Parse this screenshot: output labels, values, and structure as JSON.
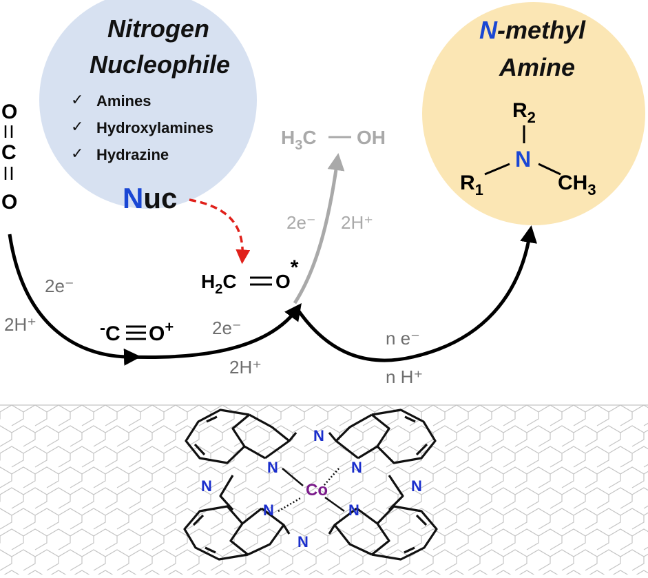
{
  "colors": {
    "nucleophile_circle": "#d7e1f1",
    "amine_circle": "#fbe6b4",
    "nitrogen_blue": "#1a47d4",
    "cobalt_purple": "#7a1a8a",
    "dashed_arrow_red": "#e0201a",
    "methanol_gray": "#a9a9a9",
    "cnt_lattice_gray": "#c4c4c4"
  },
  "nucleophile": {
    "title_line1": "Nitrogen",
    "title_line2": "Nucleophile",
    "check_mark": "✓",
    "items": [
      "Amines",
      "Hydroxylamines",
      "Hydrazine"
    ],
    "nuc_first": "N",
    "nuc_rest": "uc"
  },
  "product": {
    "title_n": "N",
    "title_rest": "-methyl",
    "title_line2": "Amine",
    "r2": "R",
    "r2_sub": "2",
    "n_atom": "N",
    "r1": "R",
    "r1_sub": "1",
    "ch3": "CH",
    "ch3_sub": "3"
  },
  "co2": {
    "o_top": "O",
    "c": "C",
    "o_bottom": "O"
  },
  "step1": {
    "electrons": "2e⁻",
    "protons": "2H⁺"
  },
  "carbon_monoxide": {
    "minus": "-",
    "c": "C",
    "o": "O",
    "plus": "+"
  },
  "step2": {
    "electrons": "2e⁻",
    "protons": "2H⁺"
  },
  "formaldehyde": {
    "h": "H",
    "h_sub": "2",
    "c": "C",
    "o": "O",
    "star": "*"
  },
  "methanol_branch": {
    "electrons": "2e⁻",
    "protons": "2H⁺",
    "h": "H",
    "h_sub": "3",
    "c": "C",
    "oh": "OH"
  },
  "step3": {
    "electrons": "n e⁻",
    "protons": "n H⁺"
  },
  "catalyst": {
    "metal": "Co",
    "nitrogen": "N"
  }
}
